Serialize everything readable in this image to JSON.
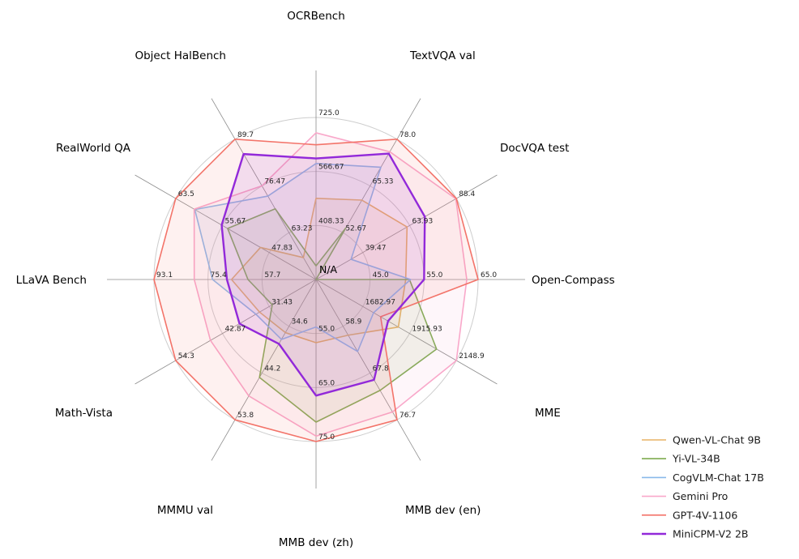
{
  "chart_data": {
    "type": "radar",
    "title": "",
    "center_label": "N/A",
    "grid": true,
    "legend_position": "lower right",
    "axes": [
      {
        "label": "OCRBench",
        "min": 250,
        "max": 725,
        "ticks": [
          "408.33",
          "566.67",
          "725.0"
        ]
      },
      {
        "label": "TextVQA val",
        "min": 40,
        "max": 78,
        "ticks": [
          "52.67",
          "65.33",
          "78.0"
        ]
      },
      {
        "label": "DocVQA test",
        "min": 15,
        "max": 88.4,
        "ticks": [
          "39.47",
          "63.93",
          "88.4"
        ]
      },
      {
        "label": "Open-Compass",
        "min": 35,
        "max": 65,
        "ticks": [
          "45.0",
          "55.0",
          "65.0"
        ]
      },
      {
        "label": "MME",
        "min": 1450,
        "max": 2148.9,
        "ticks": [
          "1682.97",
          "1915.93",
          "2148.9"
        ]
      },
      {
        "label": "MMB dev (en)",
        "min": 50,
        "max": 76.7,
        "ticks": [
          "58.9",
          "67.8",
          "76.7"
        ]
      },
      {
        "label": "MMB dev (zh)",
        "min": 45,
        "max": 75,
        "ticks": [
          "55.0",
          "65.0",
          "75.0"
        ]
      },
      {
        "label": "MMMU val",
        "min": 25,
        "max": 53.8,
        "ticks": [
          "34.6",
          "44.2",
          "53.8"
        ]
      },
      {
        "label": "Math-Vista",
        "min": 20,
        "max": 54.3,
        "ticks": [
          "31.43",
          "42.87",
          "54.3"
        ]
      },
      {
        "label": "LLaVA Bench",
        "min": 40,
        "max": 93.1,
        "ticks": [
          "57.7",
          "75.4",
          "93.1"
        ]
      },
      {
        "label": "RealWorld QA",
        "min": 40,
        "max": 63.5,
        "ticks": [
          "47.83",
          "55.67",
          "63.5"
        ]
      },
      {
        "label": "Object HalBench",
        "min": 50,
        "max": 89.7,
        "ticks": [
          "63.23",
          "76.47",
          "89.7"
        ]
      }
    ],
    "series": [
      {
        "name": "Qwen-VL-Chat 9B",
        "color": "#e8b465",
        "highlight": false,
        "values": [
          488,
          61.5,
          62.6,
          51.6,
          1860.0,
          60.6,
          56.7,
          35.9,
          33.8,
          67.7,
          49.3,
          56.2
        ]
      },
      {
        "name": "Yi-VL-34B",
        "color": "#7dab4f",
        "highlight": false,
        "values": [
          290,
          54.0,
          null,
          52.3,
          2050.2,
          71.1,
          71.4,
          45.1,
          30.7,
          62.3,
          54.8,
          70.0
        ]
      },
      {
        "name": "CogVLM-Chat 17B",
        "color": "#89b9ea",
        "highlight": false,
        "values": [
          590,
          70.4,
          33.3,
          52.5,
          1736.6,
          63.7,
          53.8,
          37.3,
          34.7,
          73.9,
          60.3,
          73.6
        ]
      },
      {
        "name": "Gemini Pro",
        "color": "#f9a8ca",
        "highlight": false,
        "values": [
          680,
          74.6,
          88.1,
          62.9,
          2148.9,
          75.2,
          74.0,
          48.9,
          45.8,
          79.9,
          60.4,
          76.5
        ]
      },
      {
        "name": "GPT-4V-1106",
        "color": "#f3746a",
        "highlight": false,
        "values": [
          645,
          78.0,
          88.4,
          65.0,
          1771.5,
          76.7,
          75.0,
          53.8,
          54.3,
          93.1,
          63.5,
          89.7
        ]
      },
      {
        "name": "MiniCPM-V2 2B",
        "color": "#9229d9",
        "highlight": true,
        "values": [
          605,
          74.1,
          71.9,
          55.0,
          1808.6,
          69.1,
          66.5,
          38.2,
          38.7,
          69.2,
          55.8,
          85.5
        ]
      }
    ]
  }
}
